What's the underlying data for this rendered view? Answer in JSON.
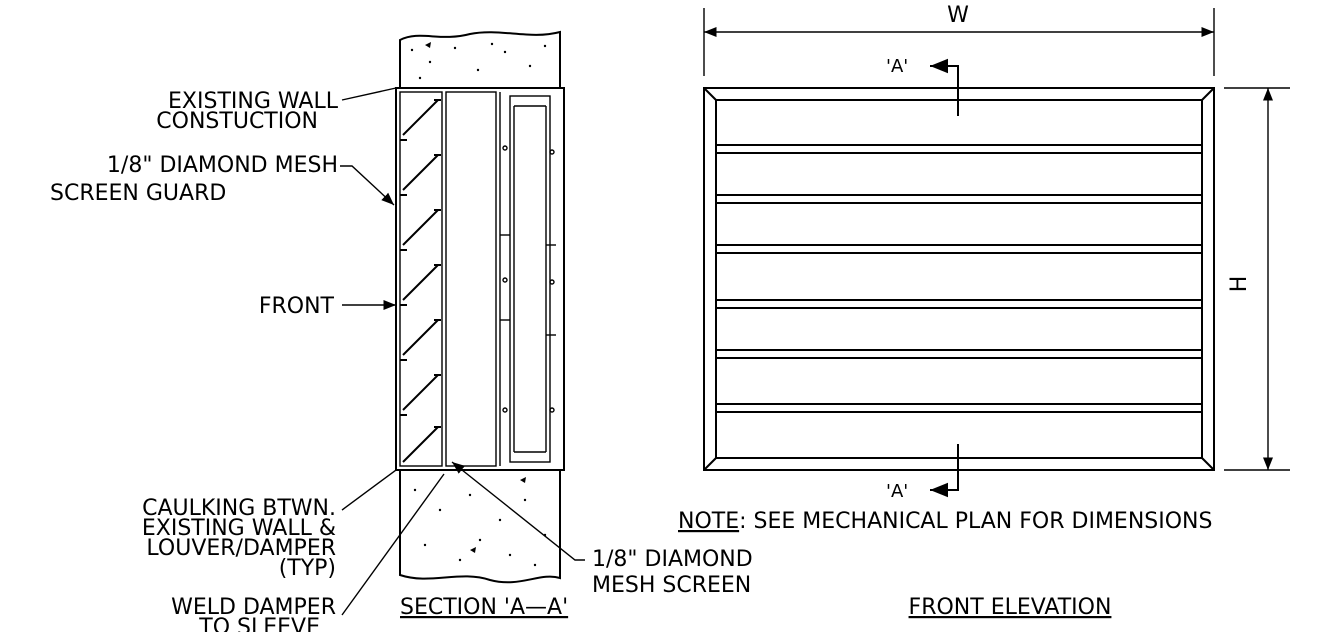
{
  "section_view": {
    "labels": {
      "existing_wall_1": "EXISTING  WALL",
      "existing_wall_2": "CONSTUCTION",
      "mesh_guard_1": "1/8\"  DIAMOND  MESH",
      "mesh_guard_2": "SCREEN  GUARD",
      "front": "FRONT",
      "caulking_1": "CAULKING  BTWN.",
      "caulking_2": "EXISTING  WALL  &",
      "caulking_3": "LOUVER/DAMPER",
      "caulking_4": "(TYP)",
      "weld_1": "WELD  DAMPER",
      "weld_2": "TO  SLEEVE",
      "mesh_screen_1": "1/8\"  DIAMOND",
      "mesh_screen_2": "MESH  SCREEN"
    },
    "title": "SECTION  'A—A'"
  },
  "elevation_view": {
    "width_label": "W",
    "height_label": "H",
    "section_marker_top": "'A'",
    "section_marker_bottom": "'A'",
    "note_prefix": "NOTE",
    "note_text": ": SEE  MECHANICAL  PLAN  FOR  DIMENSIONS",
    "title": "FRONT  ELEVATION"
  }
}
